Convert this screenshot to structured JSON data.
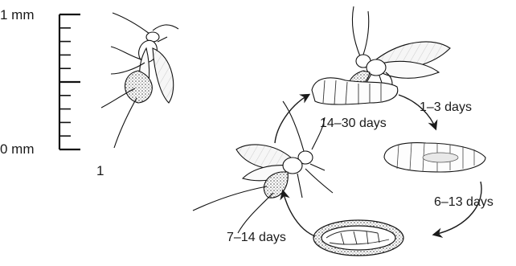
{
  "scale": {
    "top_label": "1 mm",
    "bottom_label": "0 mm"
  },
  "figure_label": "1",
  "stages": {
    "emergence": "14–30 days",
    "egg_to_larva": "1–3 days",
    "larva_to_pupa": "6–13 days",
    "pupa_to_adult": "7–14 days"
  }
}
